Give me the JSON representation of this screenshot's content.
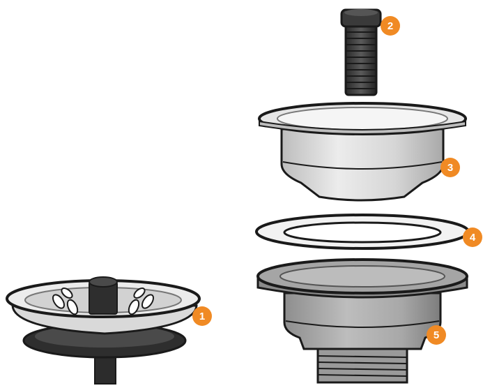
{
  "diagram": {
    "type": "exploded-assembly",
    "colors": {
      "outline": "#1a1a1a",
      "metal_light": "#e8e8e8",
      "metal_mid": "#cfcfcf",
      "metal_dark": "#9a9a9a",
      "rubber": "#3a3a3a",
      "callout": "#f08a24"
    },
    "callouts": [
      {
        "part": "basket-strainer",
        "number": "1"
      },
      {
        "part": "bolt",
        "number": "2"
      },
      {
        "part": "strainer-body",
        "number": "3"
      },
      {
        "part": "gasket-ring",
        "number": "4"
      },
      {
        "part": "drain-housing",
        "number": "5"
      }
    ]
  }
}
